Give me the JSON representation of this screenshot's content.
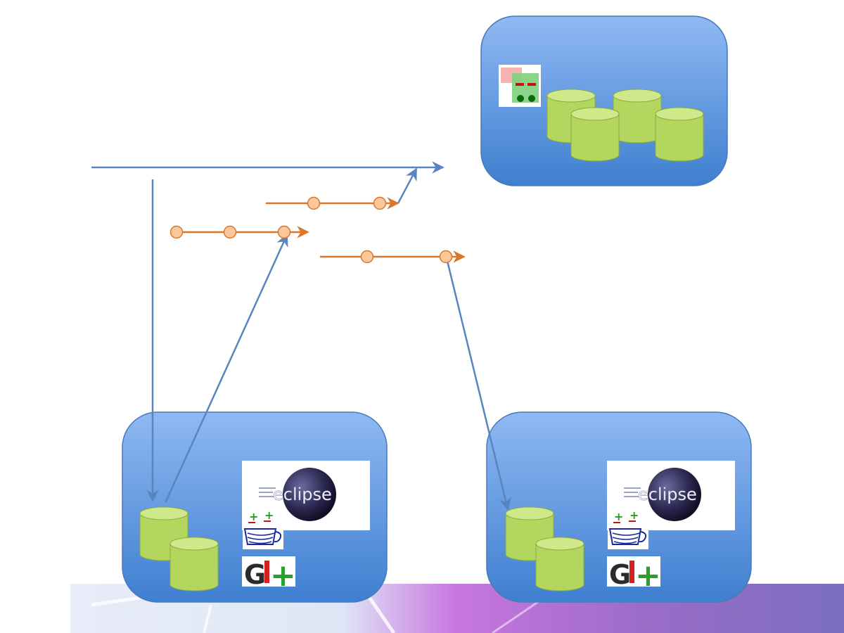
{
  "colors": {
    "box_top": "#8fb9f3",
    "box_bottom": "#3f7fd0",
    "box_stroke": "#4a78b8",
    "cylinder_fill": "#b3d65e",
    "cylinder_top": "#cfe88a",
    "cylinder_stroke": "#8aaa3c",
    "blue_arrow": "#5a84c0",
    "orange_arrow": "#d9772a",
    "commit_fill": "#fcc79a",
    "commit_stroke": "#d9772a",
    "banner_purple": "#b46ad8",
    "banner_violet": "#7b6ec0"
  },
  "icons": {
    "server_app": "server-app-icon",
    "eclipse_logo": "eclipse-logo",
    "egit_mini": "egit-small-icon",
    "java_cup": "java-cup-icon",
    "git_logo": "git-logo"
  },
  "logos": {
    "eclipse_text": "eclipse",
    "git_text_g": "G",
    "git_text_i": "I",
    "git_text_plus": "+"
  }
}
